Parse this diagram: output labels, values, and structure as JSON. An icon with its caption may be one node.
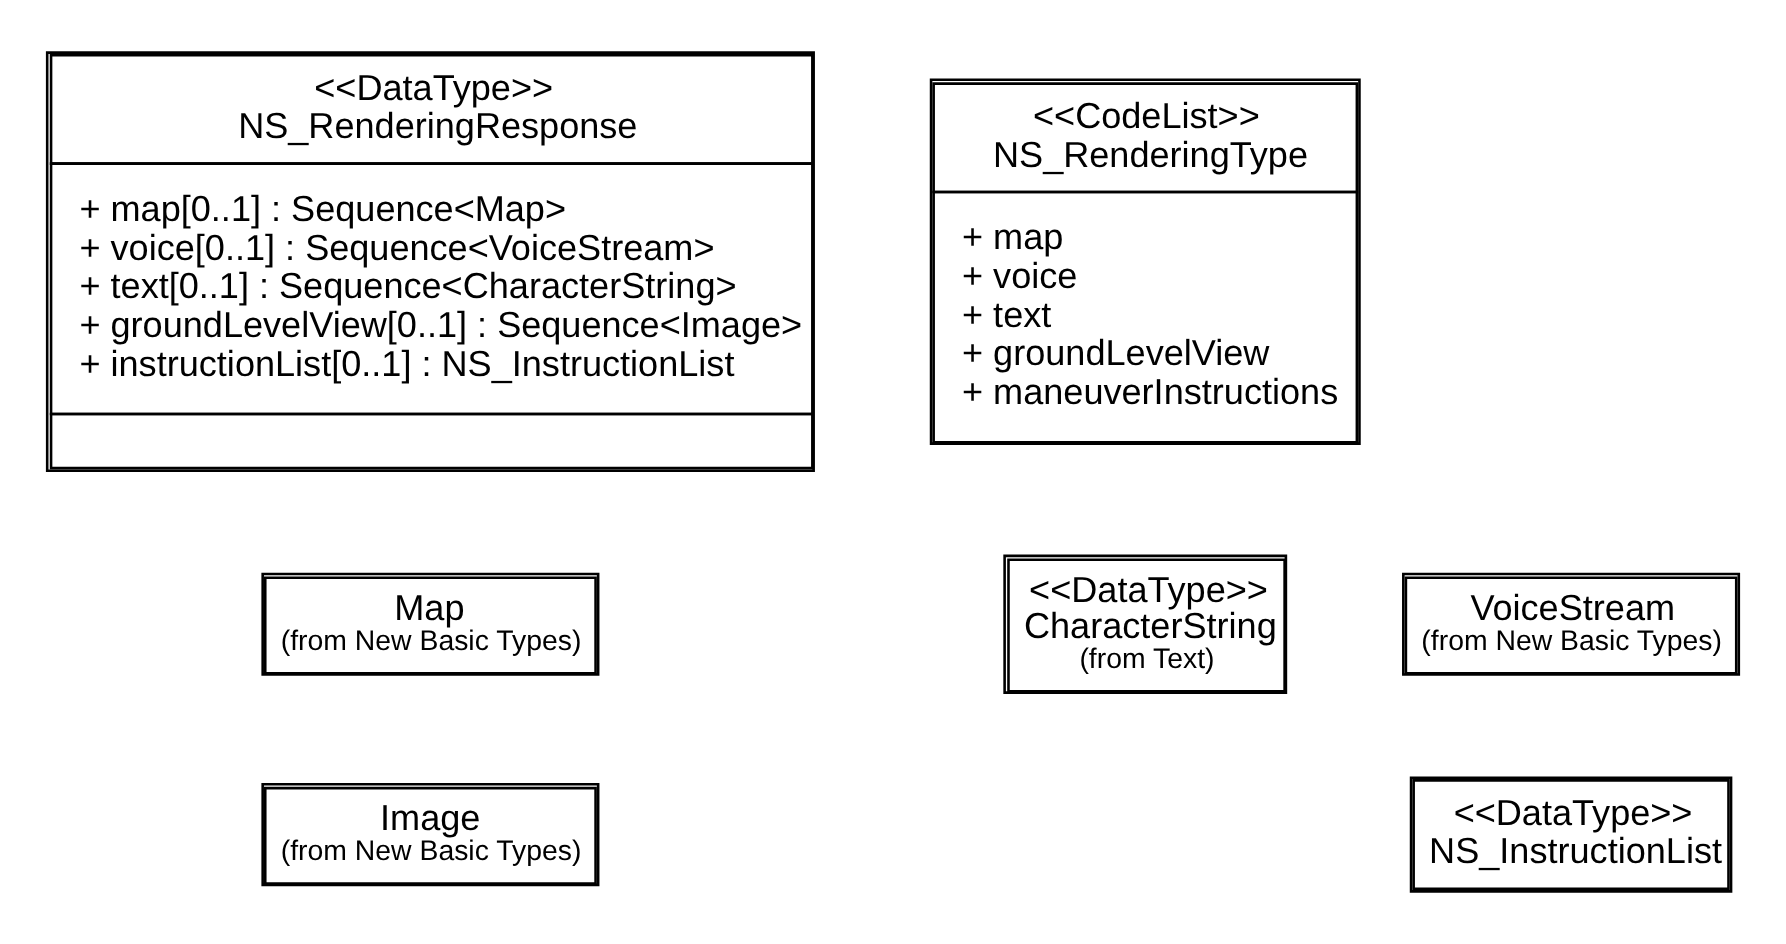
{
  "diagram": {
    "nodes": [
      {
        "text": [
          "<<DataType>>",
          "NS_RenderingResponse",
          "+ map[0..1] : Sequence<Map>",
          "+ voice[0..1] : Sequence<VoiceStream>",
          "+ text[0..1] : Sequence<CharacterString>",
          "+ groundLevelView[0..1] : Sequence<Image>",
          "+ instructionList[0..1] : NS_InstructionList"
        ]
      },
      {
        "text": [
          "<<CodeList>>",
          "NS_RenderingType",
          "+ map",
          "+ voice",
          "+ text",
          "+ groundLevelView",
          "+ maneuverInstructions"
        ]
      },
      {
        "text": [
          "Map",
          "(from New Basic Types)"
        ]
      },
      {
        "text": [
          "VoiceStream",
          "(from New Basic Types)"
        ]
      },
      {
        "text": [
          "<<DataType>>",
          "CharacterString",
          "(from Text)"
        ]
      },
      {
        "text": [
          "Image",
          "(from New Basic Types)"
        ]
      },
      {
        "text": [
          "<<DataType>>",
          "NS_InstructionList"
        ]
      }
    ]
  }
}
